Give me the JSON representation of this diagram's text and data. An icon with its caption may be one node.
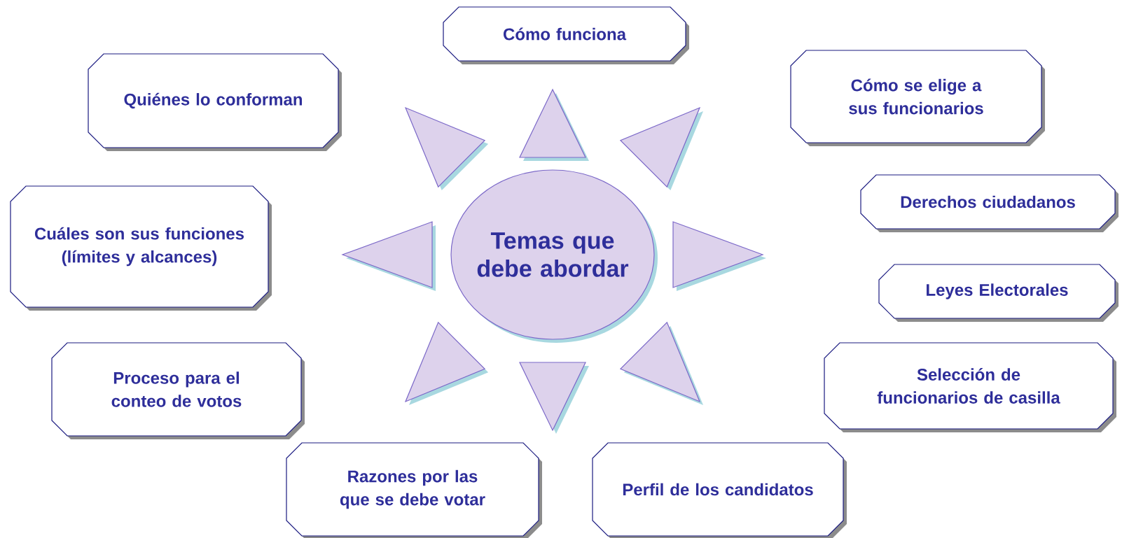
{
  "diagram": {
    "nodes": [
      {
        "text": [
          "Temas que debe abordar"
        ]
      },
      {
        "text": [
          "Cómo funciona"
        ]
      },
      {
        "text": [
          "Quiénes lo conforman"
        ]
      },
      {
        "text": [
          "Cómo se elige a sus funcionarios"
        ]
      },
      {
        "text": [
          "Cuáles son sus funciones (límites y alcances)"
        ]
      },
      {
        "text": [
          "Derechos ciudadanos"
        ]
      },
      {
        "text": [
          "Leyes Electorales"
        ]
      },
      {
        "text": [
          "Proceso para el conteo de votos"
        ]
      },
      {
        "text": [
          "Selección de funcionarios de casilla"
        ]
      },
      {
        "text": [
          "Razones por las que se debe votar"
        ]
      },
      {
        "text": [
          "Perfil de los candidatos"
        ]
      }
    ]
  }
}
